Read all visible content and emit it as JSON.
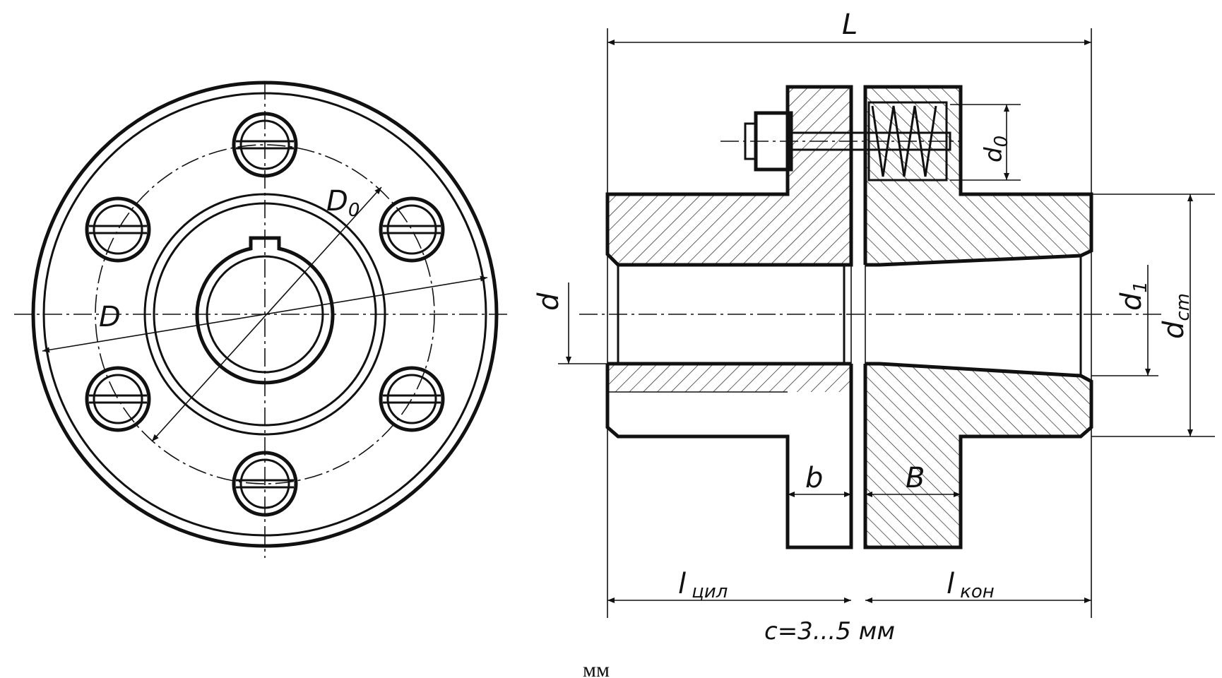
{
  "labels": {
    "L": "L",
    "D": "D",
    "D0_main": "D",
    "D0_sub": "0",
    "d": "d",
    "d0_main": "d",
    "d0_sub": "0",
    "d1_main": "d",
    "d1_sub": "1",
    "dcm_main": "d",
    "dcm_sub": "cm",
    "b": "b",
    "B": "B",
    "l_cyl_main": "l",
    "l_cyl_sub": "цил",
    "l_con_main": "l",
    "l_con_sub": "кон",
    "clearance": "c=3...5 мм"
  },
  "caption": "мм"
}
